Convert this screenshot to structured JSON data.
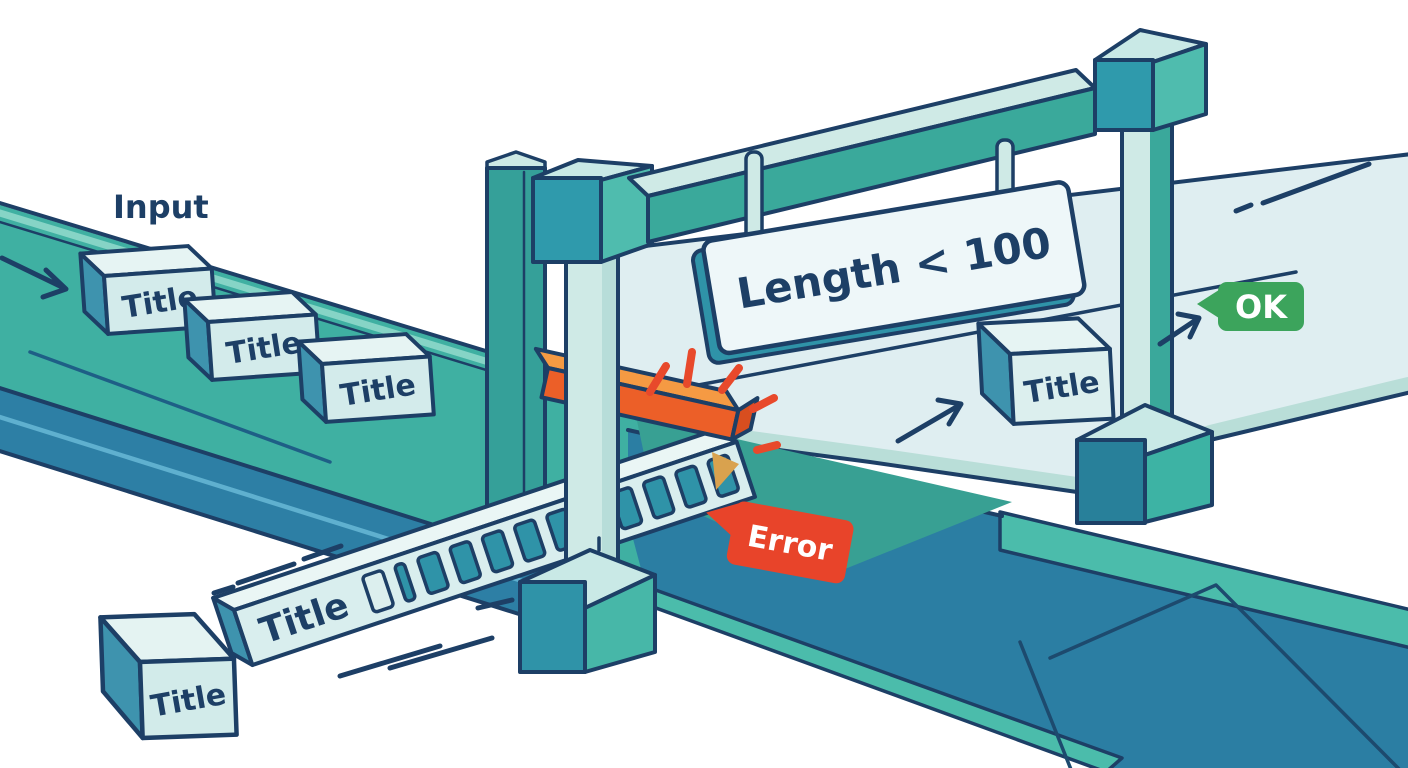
{
  "scene": {
    "input": {
      "label": "Input",
      "queue": [
        "Title",
        "Title",
        "Title"
      ]
    },
    "gate": {
      "rule": "Length < 100"
    },
    "blocked_item": {
      "label": "Title",
      "overflow_segments": 12
    },
    "overflow_cube": {
      "label": "Title"
    },
    "passed_item": {
      "label": "Title",
      "status": "OK"
    },
    "error": {
      "label": "Error"
    },
    "colors": {
      "outline_navy": "#1d3f66",
      "input_belt_teal": "#3fb0a2",
      "input_belt_front_blue": "#2d7fa5",
      "output_belt_blue": "#2b7ea3",
      "belt_edge_stripe": "#4bbcab",
      "valid_lane_pale": "#dfeef1",
      "item_face": "#d3ebeb",
      "item_side": "#3e93ae",
      "barrier_orange": "#ec5f28",
      "error_red": "#e8442a",
      "ok_green": "#3ca45c",
      "sign_face": "#eef7f9",
      "structure_teal": "#3aa99b",
      "structure_light": "#cfeae6"
    }
  }
}
